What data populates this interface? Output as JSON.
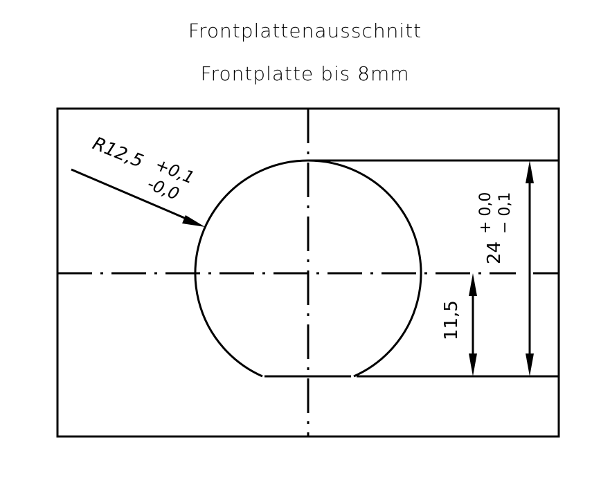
{
  "title": "Frontplattenausschnitt",
  "subtitle": "Frontplatte bis 8mm",
  "dimensions": {
    "radius": {
      "label": "R12,5",
      "tol_upper": "+0,1",
      "tol_lower": "-0,0"
    },
    "height": {
      "label": "24",
      "tol_upper": "+ 0,0",
      "tol_lower": "− 0,1"
    },
    "center_offset": {
      "label": "11,5"
    }
  },
  "colors": {
    "line": "#000000",
    "background": "#ffffff"
  }
}
